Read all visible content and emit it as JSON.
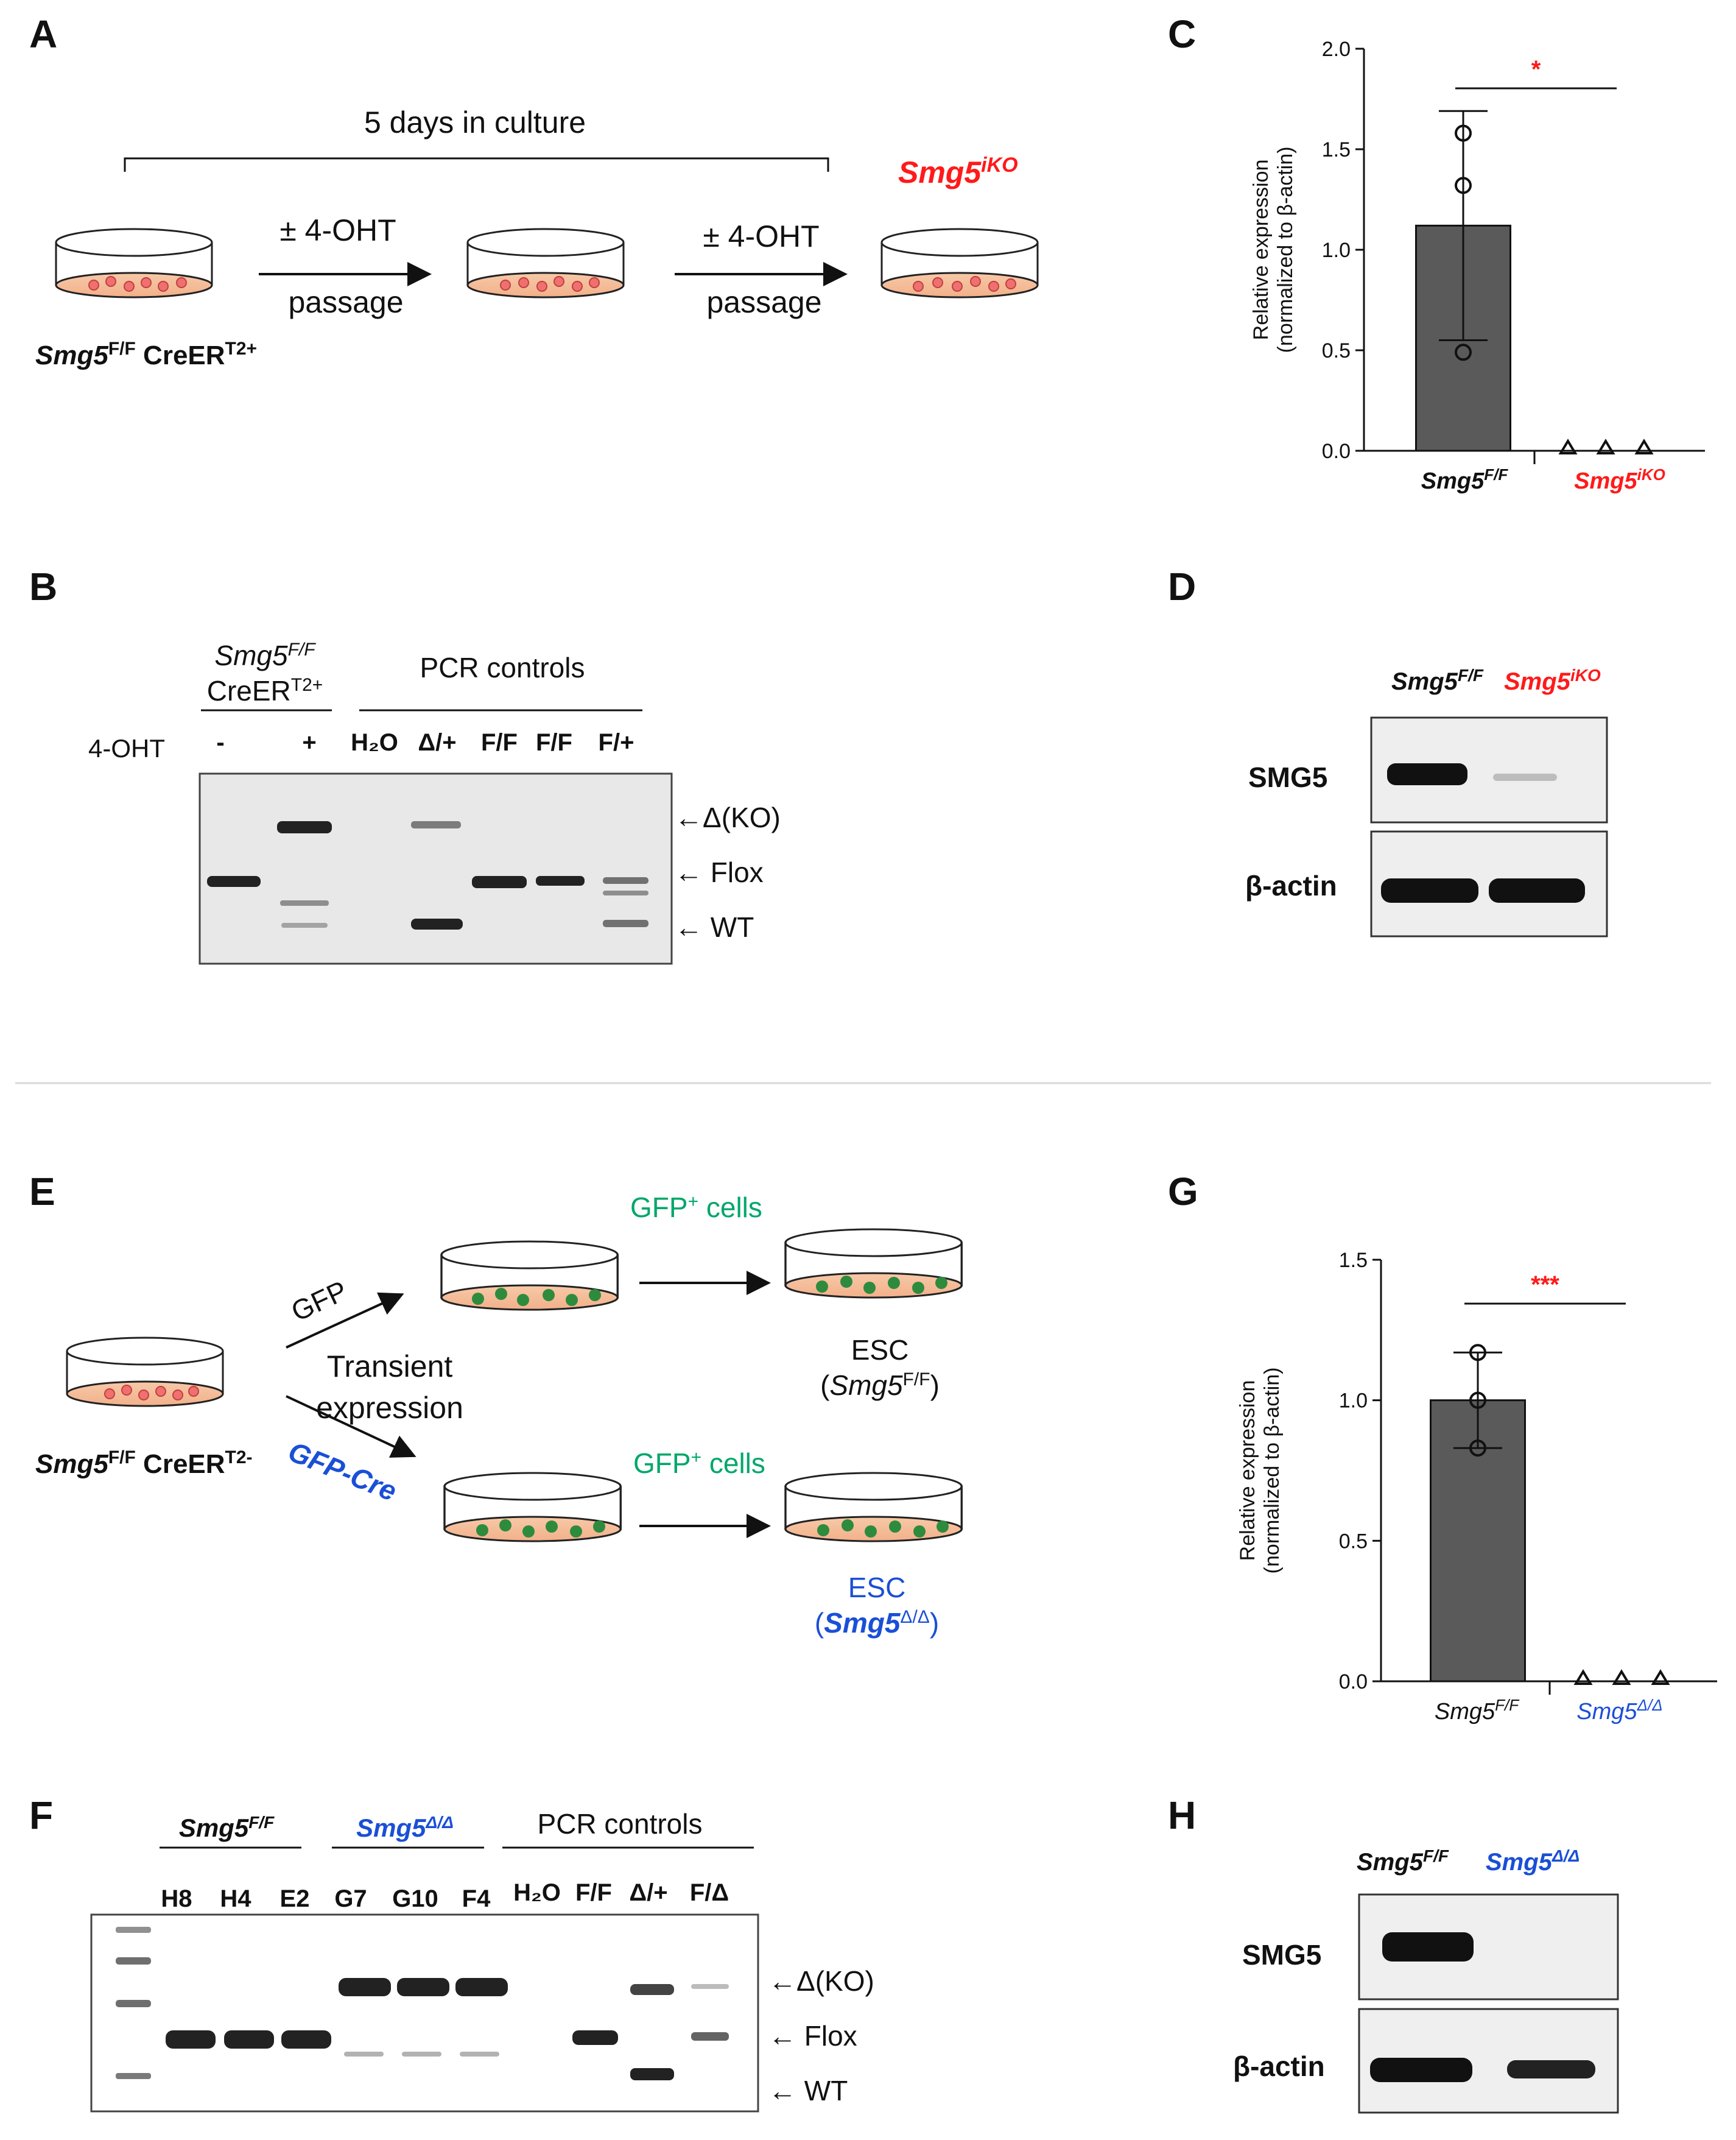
{
  "panels": {
    "A": "A",
    "B": "B",
    "C": "C",
    "D": "D",
    "E": "E",
    "F": "F",
    "G": "G",
    "H": "H"
  },
  "panel_a": {
    "bracket_label": "5 days in culture",
    "step1_top": "± 4-OHT",
    "step1_bottom": "passage",
    "step2_top": "± 4-OHT",
    "step2_bottom": "passage",
    "result_label": "Smg5",
    "result_sup": "iKO",
    "start_label": "Smg5",
    "start_sup": "F/F",
    "start_cre": " CreER",
    "start_cre_sup": "T2+"
  },
  "panel_b": {
    "group1_line1": "Smg5",
    "group1_line1_sup": "F/F",
    "group1_line2": "CreER",
    "group1_line2_sup": "T2+",
    "group2": "PCR controls",
    "row_label": "4-OHT",
    "lanes": [
      "-",
      "+",
      "H₂O",
      "Δ/+",
      "F/F",
      "F/F",
      "F/+"
    ],
    "bands": [
      "←Δ(KO)",
      "← Flox",
      "← WT"
    ]
  },
  "panel_c": {
    "significance": "*"
  },
  "panel_d": {
    "col1": "Smg5",
    "col1_sup": "F/F",
    "col2": "Smg5",
    "col2_sup": "iKO",
    "row1": "SMG5",
    "row2": "β-actin"
  },
  "panel_e": {
    "start_label": "Smg5",
    "start_sup": "F/F",
    "start_cre": " CreER",
    "start_cre_sup": "T2-",
    "arrow_top": "GFP",
    "arrow_bottom": "GFP-Cre",
    "middle_line1": "Transient",
    "middle_line2": "expression",
    "gfp_top": "GFP",
    "gfp_top_sup": "+",
    "gfp_top_rest": " cells",
    "gfp_bottom": "GFP",
    "gfp_bottom_sup": "+",
    "gfp_bottom_rest": " cells",
    "esc_top_line1": "ESC",
    "esc_top_line2a": "(",
    "esc_top_line2b": "Smg5",
    "esc_top_line2_sup": "F/F",
    "esc_top_line2c": ")",
    "esc_bottom_line1": "ESC",
    "esc_bottom_line2a": "(",
    "esc_bottom_line2b": "Smg5",
    "esc_bottom_line2_sup": "Δ/Δ",
    "esc_bottom_line2c": ")"
  },
  "panel_f": {
    "group1": "Smg5",
    "group1_sup": "F/F",
    "group2": "Smg5",
    "group2_sup": "Δ/Δ",
    "group3": "PCR controls",
    "lanes": [
      "H8",
      "H4",
      "E2",
      "G7",
      "G10",
      "F4",
      "H₂O",
      "F/F",
      "Δ/+",
      "F/Δ"
    ],
    "bands": [
      "←Δ(KO)",
      "← Flox",
      "← WT"
    ]
  },
  "panel_g": {
    "significance": "***"
  },
  "panel_h": {
    "col1": "Smg5",
    "col1_sup": "F/F",
    "col2": "Smg5",
    "col2_sup": "Δ/Δ",
    "row1": "SMG5",
    "row2": "β-actin"
  },
  "chart_data": [
    {
      "type": "bar",
      "panel": "C",
      "categories": [
        "Smg5F/F",
        "Smg5iKO"
      ],
      "category_labels": [
        {
          "main": "Smg5",
          "sup": "F/F"
        },
        {
          "main": "Smg5",
          "sup": "iKO"
        }
      ],
      "values": [
        1.12,
        0.0
      ],
      "error": [
        0.57,
        0.0
      ],
      "points": [
        [
          1.58,
          1.32,
          0.49
        ],
        [
          0.0,
          0.0,
          0.0
        ]
      ],
      "ylabel": "Relative expression",
      "ylabel2": "(normalized to β-actin)",
      "ylim": [
        0,
        2.0
      ],
      "yticks": [
        "0.0",
        "0.5",
        "1.0",
        "1.5",
        "2.0"
      ],
      "colors": {
        "bar": "#5a5a5a",
        "cat2": "#ff1a1a",
        "sig": "#ff1a1a"
      }
    },
    {
      "type": "bar",
      "panel": "G",
      "categories": [
        "Smg5F/F",
        "Smg5Δ/Δ"
      ],
      "category_labels": [
        {
          "main": "Smg5",
          "sup": "F/F"
        },
        {
          "main": "Smg5",
          "sup": "Δ/Δ"
        }
      ],
      "values": [
        1.0,
        0.0
      ],
      "error": [
        0.17,
        0.0
      ],
      "points": [
        [
          1.17,
          1.0,
          0.83
        ],
        [
          0.0,
          0.0,
          0.0
        ]
      ],
      "ylabel": "Relative expression",
      "ylabel2": "(normalized to β-actin)",
      "ylim": [
        0,
        1.5
      ],
      "yticks": [
        "0.0",
        "0.5",
        "1.0",
        "1.5"
      ],
      "colors": {
        "bar": "#5a5a5a",
        "cat2": "#1a4fd6",
        "sig": "#ff1a1a"
      }
    }
  ]
}
